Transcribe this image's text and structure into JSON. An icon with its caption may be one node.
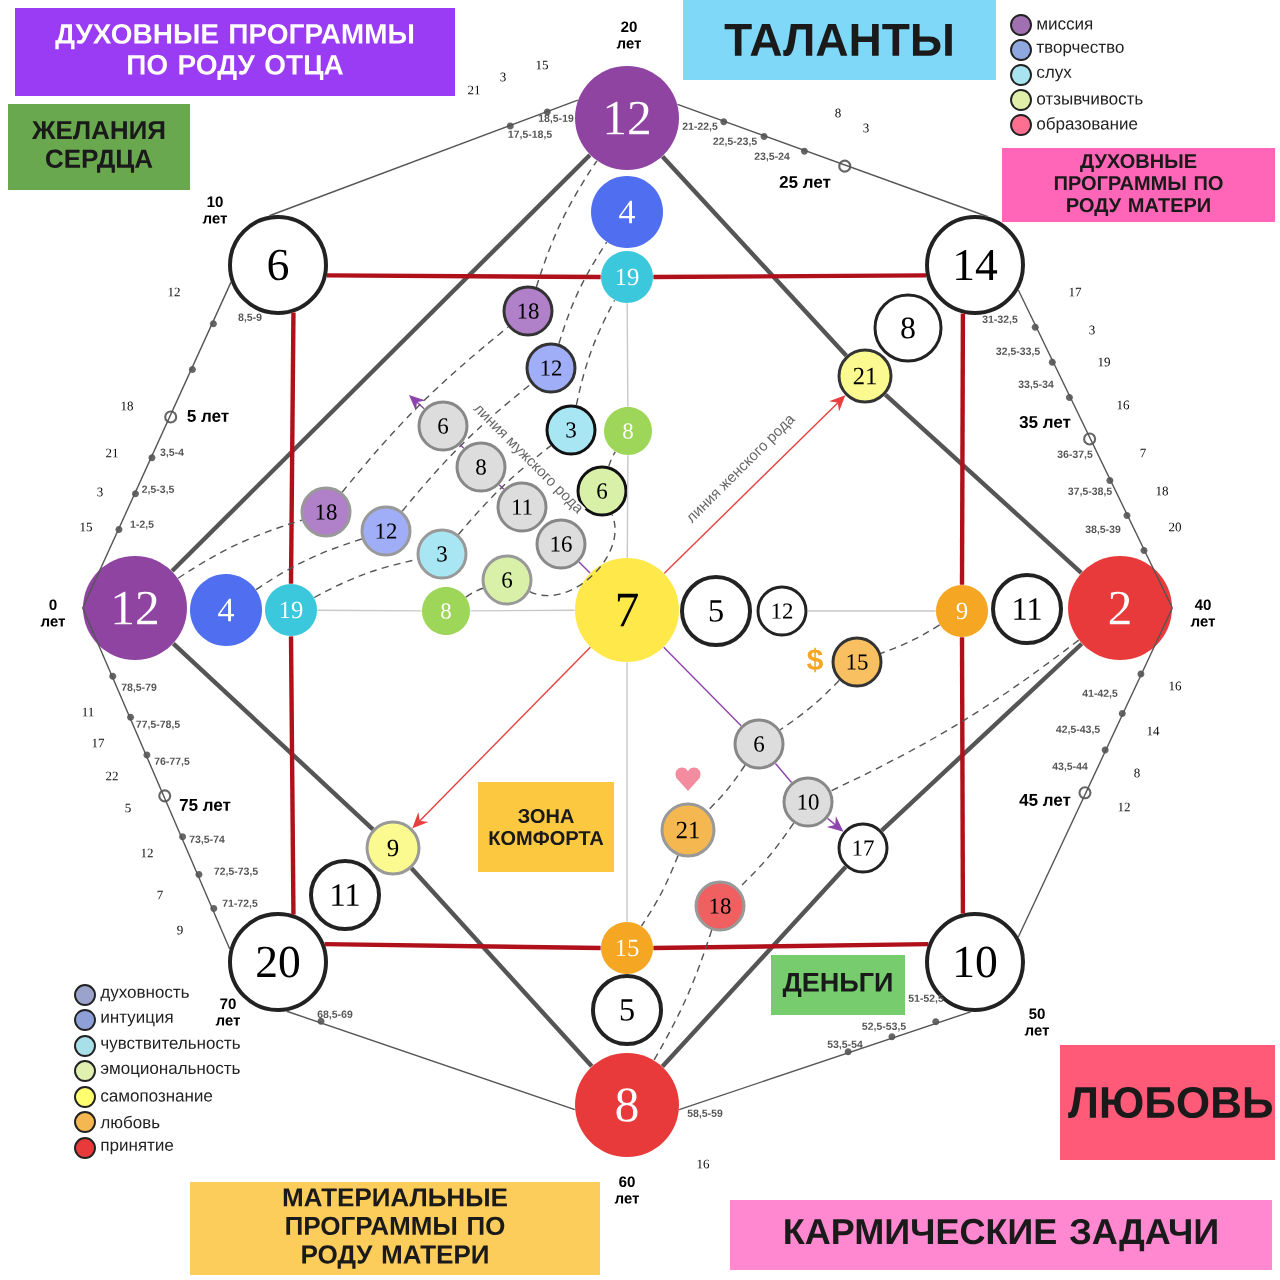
{
  "diagram": {
    "nodes": [
      {
        "text": [
          "12"
        ]
      },
      {
        "text": [
          "4"
        ]
      },
      {
        "text": [
          "19"
        ]
      },
      {
        "text": [
          "12"
        ]
      },
      {
        "text": [
          "4"
        ]
      },
      {
        "text": [
          "19"
        ]
      },
      {
        "text": [
          "7"
        ]
      },
      {
        "text": [
          "2"
        ]
      },
      {
        "text": [
          "8"
        ]
      },
      {
        "text": [
          "6"
        ]
      },
      {
        "text": [
          "14"
        ]
      },
      {
        "text": [
          "20"
        ]
      },
      {
        "text": [
          "10"
        ]
      },
      {
        "text": [
          "8"
        ]
      },
      {
        "text": [
          "21"
        ]
      },
      {
        "text": [
          "18"
        ]
      },
      {
        "text": [
          "12"
        ]
      },
      {
        "text": [
          "3"
        ]
      },
      {
        "text": [
          "8"
        ]
      },
      {
        "text": [
          "6"
        ]
      },
      {
        "text": [
          "6"
        ]
      },
      {
        "text": [
          "8"
        ]
      },
      {
        "text": [
          "11"
        ]
      },
      {
        "text": [
          "16"
        ]
      },
      {
        "text": [
          "18"
        ]
      },
      {
        "text": [
          "12"
        ]
      },
      {
        "text": [
          "3"
        ]
      },
      {
        "text": [
          "6"
        ]
      },
      {
        "text": [
          "8"
        ]
      },
      {
        "text": [
          "5"
        ]
      },
      {
        "text": [
          "12"
        ]
      },
      {
        "text": [
          "9"
        ]
      },
      {
        "text": [
          "11"
        ]
      },
      {
        "text": [
          "15"
        ]
      },
      {
        "text": [
          "6"
        ]
      },
      {
        "text": [
          "10"
        ]
      },
      {
        "text": [
          "17"
        ]
      },
      {
        "text": [
          "21"
        ]
      },
      {
        "text": [
          "18"
        ]
      },
      {
        "text": [
          "15"
        ]
      },
      {
        "text": [
          "5"
        ]
      },
      {
        "text": [
          "9"
        ]
      },
      {
        "text": [
          "11"
        ]
      },
      {
        "text": [
          "ТАЛАНТЫ"
        ]
      },
      {
        "text": [
          "ДУХОВНЫЕ ПРОГРАММЫ ПО РОДУ ОТЦА"
        ]
      },
      {
        "text": [
          "ДУХОВНЫЕ ПРОГРАММЫ ПО РОДУ МАТЕРИ"
        ]
      },
      {
        "text": [
          "ЖЕЛАНИЯ СЕРДЦА"
        ]
      },
      {
        "text": [
          "ЗОНА КОМФОРТА"
        ]
      },
      {
        "text": [
          "ДЕНЬГИ"
        ]
      },
      {
        "text": [
          "ЛЮБОВЬ"
        ]
      },
      {
        "text": [
          "МАТЕРИАЛЬНЫЕ ПРОГРАММЫ ПО РОДУ МАТЕРИ"
        ]
      },
      {
        "text": [
          "КАРМИЧЕСКИЕ ЗАДАЧИ"
        ]
      }
    ],
    "edges": [
      {
        "from": 0,
        "to": 14,
        "arrow": "none",
        "style": "thick"
      },
      {
        "from": 14,
        "to": 7,
        "arrow": "none",
        "style": "thick"
      },
      {
        "from": 7,
        "to": 36,
        "arrow": "none",
        "style": "thick"
      },
      {
        "from": 36,
        "to": 8,
        "arrow": "none",
        "style": "thick"
      },
      {
        "from": 8,
        "to": 41,
        "arrow": "none",
        "style": "thick"
      },
      {
        "from": 41,
        "to": 3,
        "arrow": "none",
        "style": "thick"
      },
      {
        "from": 3,
        "to": 0,
        "arrow": "none",
        "style": "thick"
      },
      {
        "from": 3,
        "to": 9,
        "arrow": "none"
      },
      {
        "from": 9,
        "to": 0,
        "arrow": "none"
      },
      {
        "from": 0,
        "to": 10,
        "arrow": "none"
      },
      {
        "from": 10,
        "to": 7,
        "arrow": "none"
      },
      {
        "from": 7,
        "to": 12,
        "arrow": "none"
      },
      {
        "from": 12,
        "to": 8,
        "arrow": "none"
      },
      {
        "from": 8,
        "to": 11,
        "arrow": "none"
      },
      {
        "from": 11,
        "to": 3,
        "arrow": "none"
      },
      {
        "from": 9,
        "to": 2,
        "arrow": "none",
        "style": "thick",
        "color": "#b0101a"
      },
      {
        "from": 2,
        "to": 10,
        "arrow": "none",
        "style": "thick",
        "color": "#b0101a"
      },
      {
        "from": 10,
        "to": 31,
        "arrow": "none",
        "style": "thick",
        "color": "#b0101a"
      },
      {
        "from": 31,
        "to": 12,
        "arrow": "none",
        "style": "thick",
        "color": "#b0101a"
      },
      {
        "from": 12,
        "to": 39,
        "arrow": "none",
        "style": "thick",
        "color": "#b0101a"
      },
      {
        "from": 39,
        "to": 11,
        "arrow": "none",
        "style": "thick",
        "color": "#b0101a"
      },
      {
        "from": 11,
        "to": 5,
        "arrow": "none",
        "style": "thick",
        "color": "#b0101a"
      },
      {
        "from": 5,
        "to": 9,
        "arrow": "none",
        "style": "thick",
        "color": "#b0101a"
      },
      {
        "from": 2,
        "to": 18,
        "arrow": "none",
        "color": "#c8c8c8"
      },
      {
        "from": 18,
        "to": 6,
        "arrow": "none",
        "color": "#c8c8c8"
      },
      {
        "from": 6,
        "to": 39,
        "arrow": "none",
        "color": "#c8c8c8"
      },
      {
        "from": 5,
        "to": 28,
        "arrow": "none",
        "color": "#c8c8c8"
      },
      {
        "from": 28,
        "to": 6,
        "arrow": "none",
        "color": "#c8c8c8"
      },
      {
        "from": 30,
        "to": 31,
        "arrow": "none",
        "color": "#c8c8c8"
      },
      {
        "from": 6,
        "to": 23,
        "arrow": "none",
        "color": "#8e44ad"
      },
      {
        "from": 22,
        "to": 21,
        "arrow": "none",
        "color": "#8e44ad",
        "label": "линия мужского рода"
      },
      {
        "from": 21,
        "to": 20,
        "arrow": "none",
        "color": "#8e44ad"
      },
      {
        "from": 20,
        "to": null,
        "arrow": "to",
        "color": "#8e44ad"
      },
      {
        "from": 6,
        "to": 34,
        "arrow": "none",
        "color": "#8e44ad"
      },
      {
        "from": 34,
        "to": 35,
        "arrow": "none",
        "color": "#8e44ad"
      },
      {
        "from": 35,
        "to": 36,
        "arrow": "to",
        "color": "#8e44ad"
      },
      {
        "from": 6,
        "to": 14,
        "arrow": "to",
        "color": "#e84040",
        "label": "линия женского рода"
      },
      {
        "from": 6,
        "to": 41,
        "arrow": "to",
        "color": "#e84040"
      },
      {
        "from": 3,
        "to": 24,
        "arrow": "none",
        "style": "dashed"
      },
      {
        "from": 24,
        "to": 15,
        "arrow": "none",
        "style": "dashed"
      },
      {
        "from": 15,
        "to": 0,
        "arrow": "none",
        "style": "dashed"
      },
      {
        "from": 4,
        "to": 25,
        "arrow": "none",
        "style": "dashed"
      },
      {
        "from": 25,
        "to": 16,
        "arrow": "none",
        "style": "dashed"
      },
      {
        "from": 16,
        "to": 1,
        "arrow": "none",
        "style": "dashed"
      },
      {
        "from": 5,
        "to": 26,
        "arrow": "none",
        "style": "dashed"
      },
      {
        "from": 26,
        "to": 17,
        "arrow": "none",
        "style": "dashed"
      },
      {
        "from": 17,
        "to": 2,
        "arrow": "none",
        "style": "dashed"
      },
      {
        "from": 28,
        "to": 27,
        "arrow": "none",
        "style": "dashed"
      },
      {
        "from": 27,
        "to": 19,
        "arrow": "none",
        "style": "dashed"
      },
      {
        "from": 19,
        "to": 18,
        "arrow": "none",
        "style": "dashed"
      },
      {
        "from": 31,
        "to": 33,
        "arrow": "none",
        "style": "dashed"
      },
      {
        "from": 33,
        "to": 34,
        "arrow": "none",
        "style": "dashed"
      },
      {
        "from": 34,
        "to": 37,
        "arrow": "none",
        "style": "dashed"
      },
      {
        "from": 37,
        "to": 39,
        "arrow": "none",
        "style": "dashed"
      },
      {
        "from": 7,
        "to": 35,
        "arrow": "none",
        "style": "dashed"
      },
      {
        "from": 35,
        "to": 38,
        "arrow": "none",
        "style": "dashed"
      },
      {
        "from": 38,
        "to": 8,
        "arrow": "none",
        "style": "dashed"
      }
    ],
    "labels": [
      "20 лет",
      "21",
      "3",
      "15",
      "18,5-19",
      "17,5-18,5",
      "21-22,5",
      "22,5-23,5",
      "23,5-24",
      "8",
      "3",
      "25 лет",
      "17",
      "31-32,5",
      "3",
      "32,5-33,5",
      "19",
      "33,5-34",
      "35 лет",
      "16",
      "36-37,5",
      "7",
      "37,5-38,5",
      "18",
      "38,5-39",
      "20",
      "40 лет",
      "41-42,5",
      "16",
      "42,5-43,5",
      "14",
      "43,5-44",
      "8",
      "45 лет",
      "12",
      "50 лет",
      "51-52,5",
      "52,5-53,5",
      "53,5-54",
      "58,5-59",
      "16",
      "60 лет",
      "68,5-69",
      "70 лет",
      "0 лет",
      "78,5-79",
      "11",
      "77,5-78,5",
      "17",
      "76-77,5",
      "22",
      "75 лет",
      "5",
      "73,5-74",
      "12",
      "72,5-73,5",
      "7",
      "71-72,5",
      "9",
      "1-2,5",
      "15",
      "2,5-3,5",
      "3",
      "3,5-4",
      "21",
      "5 лет",
      "18",
      "8,5-9",
      "12",
      "10 лет",
      "$"
    ],
    "legend": [
      {
        "text": "миссия",
        "color": "#a070b0"
      },
      {
        "text": "творчество",
        "color": "#8fa8e0"
      },
      {
        "text": "слух",
        "color": "#a8e4f0"
      },
      {
        "text": "отзывчивость",
        "color": "#e0eeaa"
      },
      {
        "text": "образование",
        "color": "#ff7090"
      },
      {
        "text": "духовность",
        "color": "#9aa3cc"
      },
      {
        "text": "интуиция",
        "color": "#8fa0d8"
      },
      {
        "text": "чувствительность",
        "color": "#a8e0ea"
      },
      {
        "text": "эмоциональность",
        "color": "#e0f0b0"
      },
      {
        "text": "самопознание",
        "color": "#ffff70"
      },
      {
        "text": "любовь",
        "color": "#f5b850"
      },
      {
        "text": "принятие",
        "color": "#e83a3a"
      }
    ]
  }
}
